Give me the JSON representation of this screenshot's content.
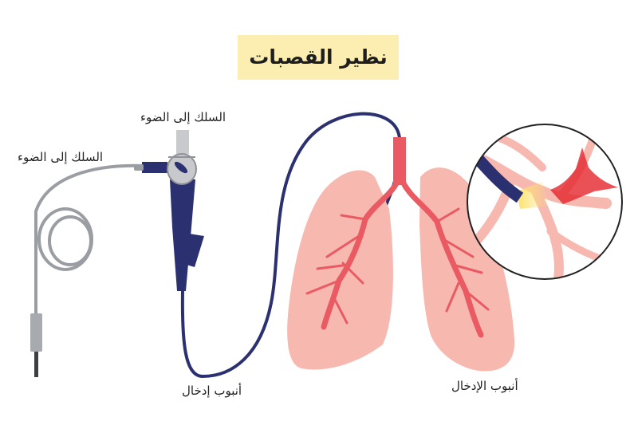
{
  "title": "نظير القصبات",
  "labels": {
    "light_cable_top": "السلك إلى الضوء",
    "light_cable_left": "السلك إلى الضوء",
    "insertion_tube": "أنبوب إدخال",
    "intubation_tube": "أنبوب الإدخال"
  },
  "colors": {
    "title_bg": "#fbeeb0",
    "lung_fill": "#f7b8b0",
    "bronchi": "#ea5a63",
    "scope_tube": "#2b3170",
    "cable_gray": "#9a9ea3",
    "tumor_red": "#e3262d",
    "light_yellow": "#fce26b"
  }
}
